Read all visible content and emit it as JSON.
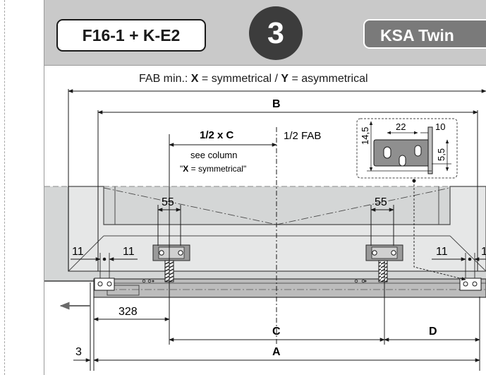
{
  "header": {
    "model": "F16-1 + K-E2",
    "step": "3",
    "product": "KSA Twin"
  },
  "caption": {
    "prefix": "FAB min.: ",
    "x_key": "X",
    "x_text": " = symmetrical / ",
    "y_key": "Y",
    "y_text": " = asymmetrical"
  },
  "dimensions": {
    "B": "B",
    "half_c": "1/2 x C",
    "half_fab": "1/2 FAB",
    "see_column": "see column",
    "see_x_quote_open": "\"",
    "see_x_key": "X",
    "see_x_rest": " = symmetrical\"",
    "gap_left": "55",
    "gap_right": "55",
    "side_11_a": "11",
    "side_11_b": "11",
    "side_11_c": "11",
    "side_11_d": "1",
    "offset_328": "328",
    "C": "C",
    "D": "D",
    "offset_3": "3",
    "A": "A"
  },
  "detail": {
    "d_14_5": "14,5",
    "d_22": "22",
    "d_10": "10",
    "d_5_5": "5,5"
  },
  "colors": {
    "header_bg": "#c9c9c9",
    "cabinet_bg": "#d4d6d6",
    "panel_bg": "#e6e7e7",
    "rail_bg": "#bcbcbc"
  }
}
